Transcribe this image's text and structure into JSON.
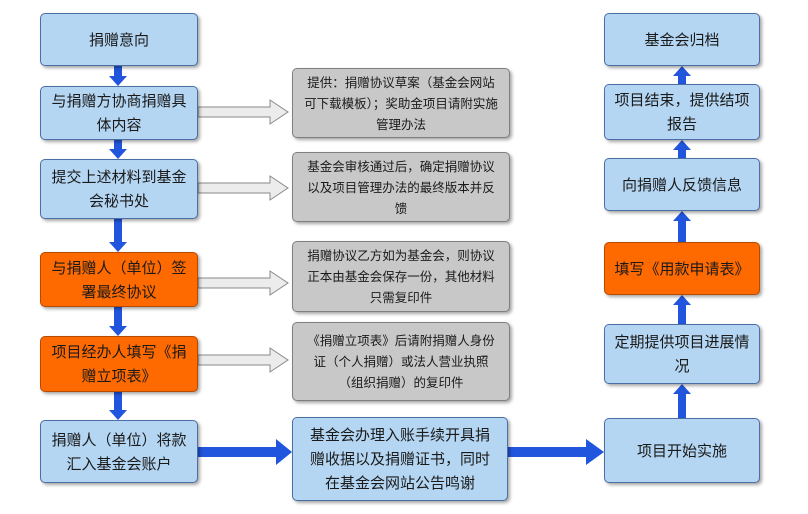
{
  "colors": {
    "blue_box": "#b4d6f2",
    "orange_box": "#ff6a00",
    "gray_box": "#c8c8c8",
    "arrow_blue": "#2255dd"
  },
  "left_column": [
    {
      "text": "捐赠意向"
    },
    {
      "text": "与捐赠方协商捐赠具体内容"
    },
    {
      "text": "提交上述材料到基金会秘书处"
    },
    {
      "text": "与捐赠人（单位）签署最终协议"
    },
    {
      "text": "项目经办人填写《捐赠立项表》"
    },
    {
      "text": "捐赠人（单位）将款汇入基金会账户"
    }
  ],
  "notes": [
    {
      "text": "提供：捐赠协议草案（基金会网站可下载模板）；奖助金项目请附实施管理办法"
    },
    {
      "text": "基金会审核通过后，确定捐赠协议以及项目管理办法的最终版本并反馈"
    },
    {
      "text": "捐赠协议乙方如为基金会，则协议正本由基金会保存一份，其他材料只需复印件"
    },
    {
      "text": "《捐赠立项表》后请附捐赠人身份证（个人捐赠）或法人营业执照（组织捐赠）的复印件"
    }
  ],
  "center_box": {
    "text": "基金会办理入账手续开具捐赠收据以及捐赠证书，同时在基金会网站公告鸣谢"
  },
  "right_column": [
    {
      "text": "基金会归档"
    },
    {
      "text": "项目结束，提供结项报告"
    },
    {
      "text": "向捐赠人反馈信息"
    },
    {
      "text": "填写《用款申请表》"
    },
    {
      "text": "定期提供项目进展情况"
    },
    {
      "text": "项目开始实施"
    }
  ]
}
